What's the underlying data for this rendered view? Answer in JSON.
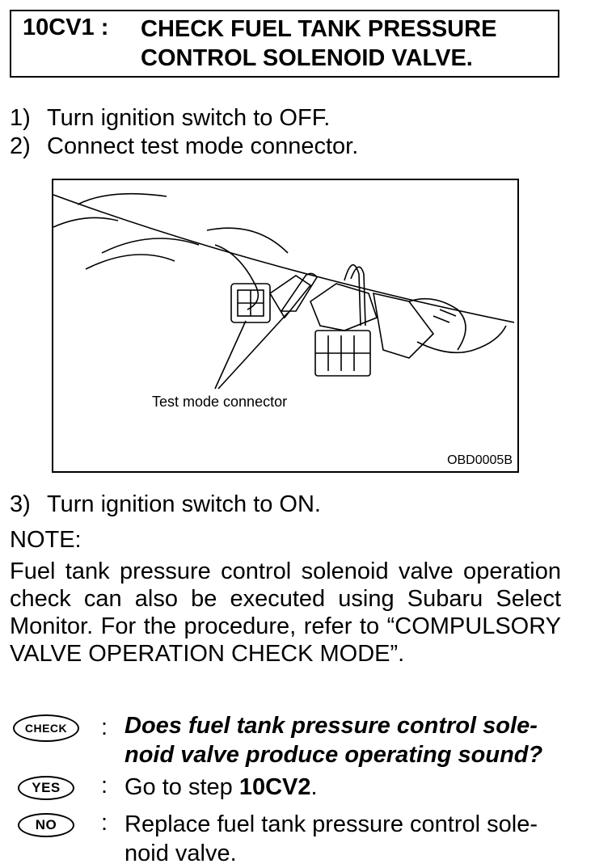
{
  "header": {
    "step_id": "10CV1 :",
    "title_line1": "CHECK FUEL TANK PRESSURE",
    "title_line2": "CONTROL SOLENOID VALVE."
  },
  "steps": [
    {
      "num": "1)",
      "text": "Turn ignition switch to OFF."
    },
    {
      "num": "2)",
      "text": "Connect test mode connector."
    },
    {
      "num": "3)",
      "text": "Turn ignition switch to ON."
    }
  ],
  "figure": {
    "label": "Test mode connector",
    "code": "OBD0005B"
  },
  "note": {
    "heading": "NOTE:",
    "body": "Fuel tank pressure control solenoid valve operation check can also be executed using Subaru Select Monitor. For the procedure, refer to “COMPULSORY VALVE OPERATION CHECK MODE”."
  },
  "check": {
    "badge": "CHECK",
    "colon": ":",
    "line1": "Does fuel tank pressure control sole-",
    "line2": "noid valve produce operating sound?"
  },
  "yes": {
    "badge": "YES",
    "colon": ":",
    "text": "Go to step ",
    "target": "10CV2",
    "suffix": "."
  },
  "no": {
    "badge": "NO",
    "colon": ":",
    "line1": "Replace fuel tank pressure control sole-",
    "line2": "noid valve."
  }
}
